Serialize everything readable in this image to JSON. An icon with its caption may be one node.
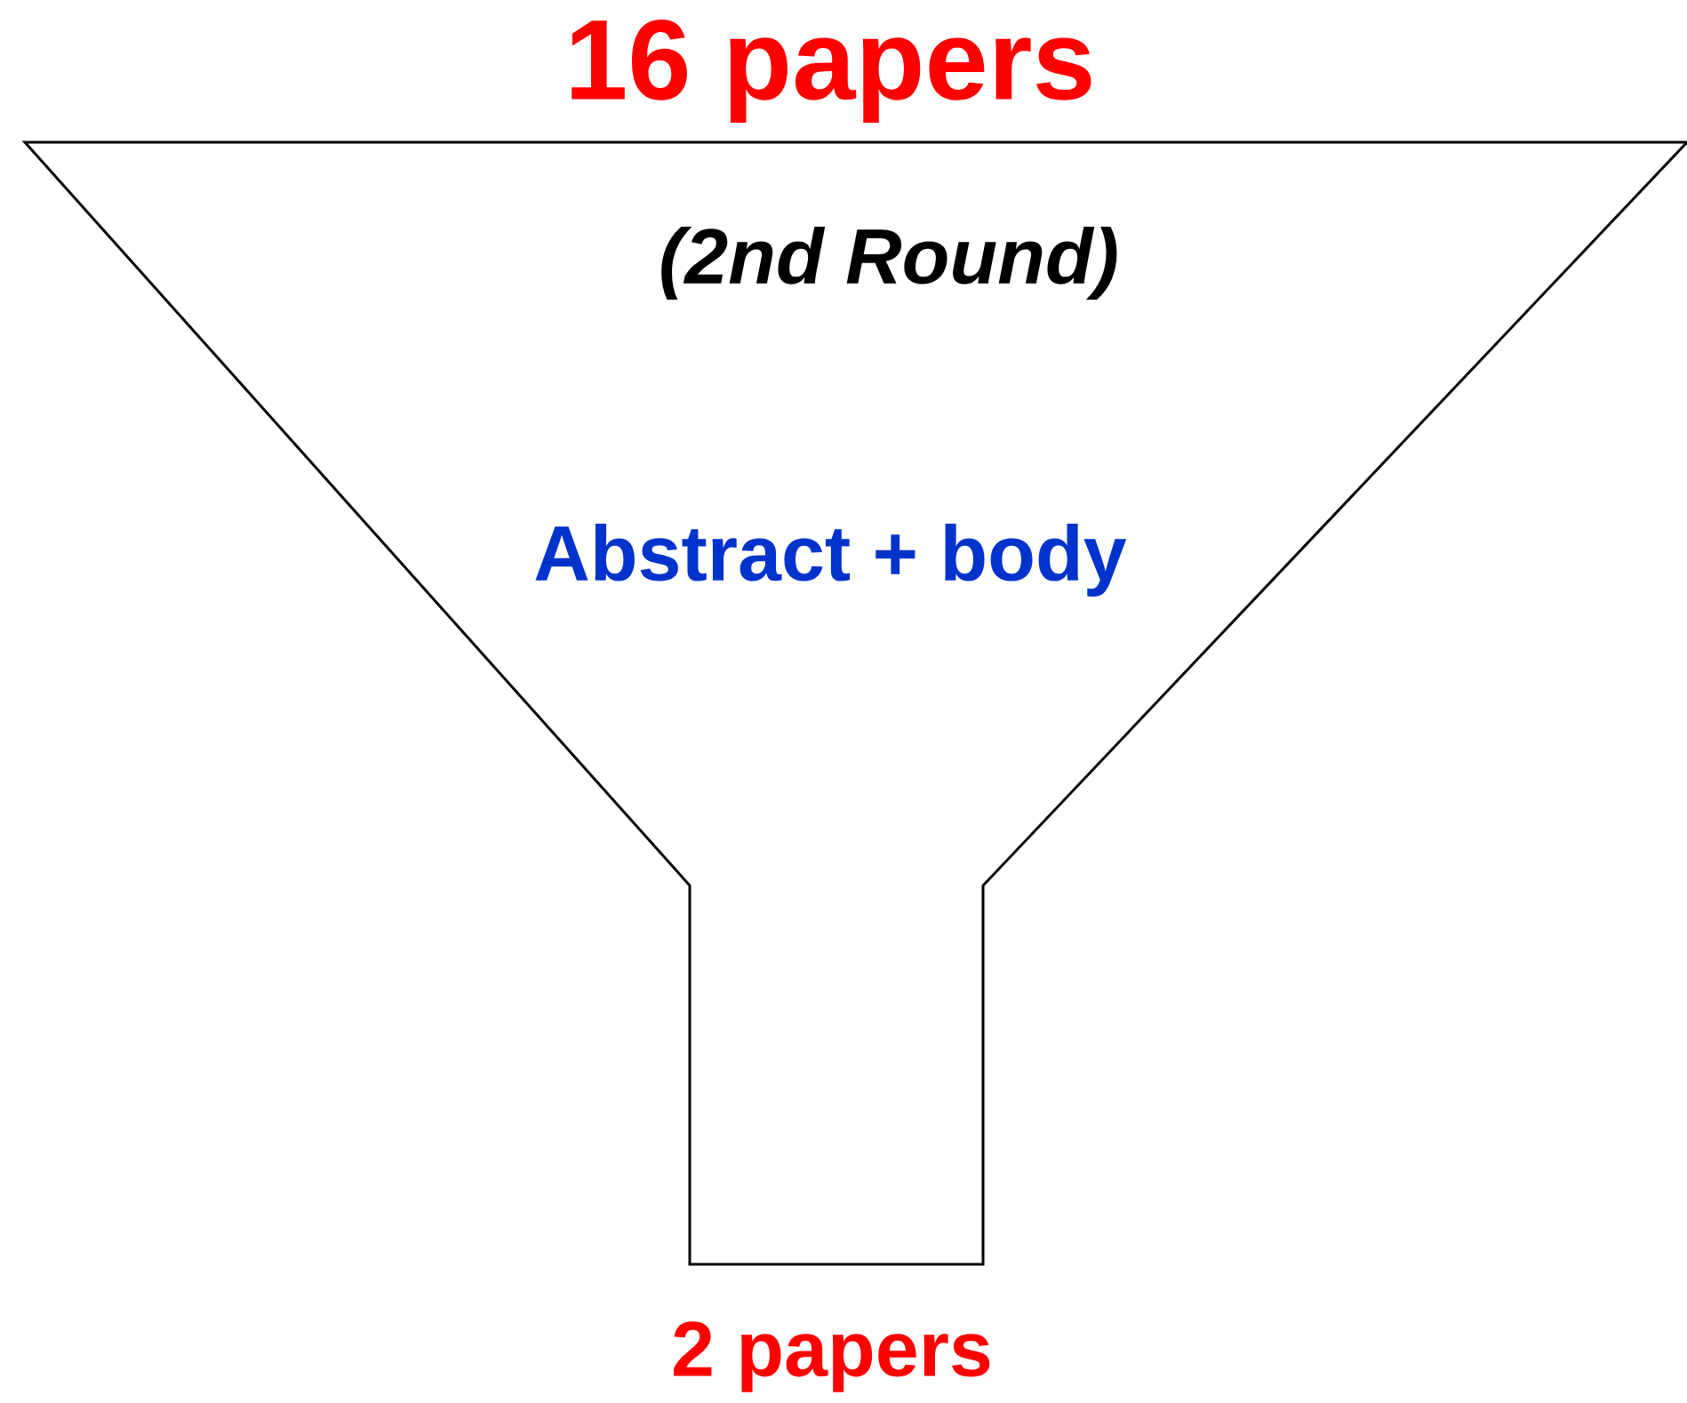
{
  "diagram": {
    "nodes": [
      {
        "text": [
          "16 papers",
          "(2nd Round)",
          "Abstract + body"
        ],
        "beside": [
          "2 papers"
        ]
      }
    ]
  }
}
